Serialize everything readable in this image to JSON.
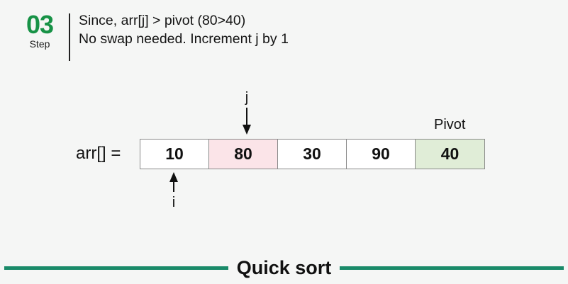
{
  "header": {
    "step_number": "03",
    "step_word": "Step",
    "line1": "Since, arr[j] > pivot (80>40)",
    "line2": "No swap needed. Increment j by 1",
    "accent_green": "#179246"
  },
  "diagram": {
    "array_label": "arr[] =",
    "pivot_label": "Pivot",
    "pointer_j": "j",
    "pointer_i": "i",
    "cells": [
      {
        "value": "10",
        "highlight": "none"
      },
      {
        "value": "80",
        "highlight": "pink"
      },
      {
        "value": "30",
        "highlight": "none"
      },
      {
        "value": "90",
        "highlight": "none"
      },
      {
        "value": "40",
        "highlight": "green"
      }
    ],
    "colors": {
      "cell_pink": "#fbe4e8",
      "cell_green": "#e0edd7",
      "cell_border": "#8a8a8a",
      "background": "#f5f6f5"
    }
  },
  "footer": {
    "title": "Quick sort",
    "rule_color": "#1a8a69"
  }
}
